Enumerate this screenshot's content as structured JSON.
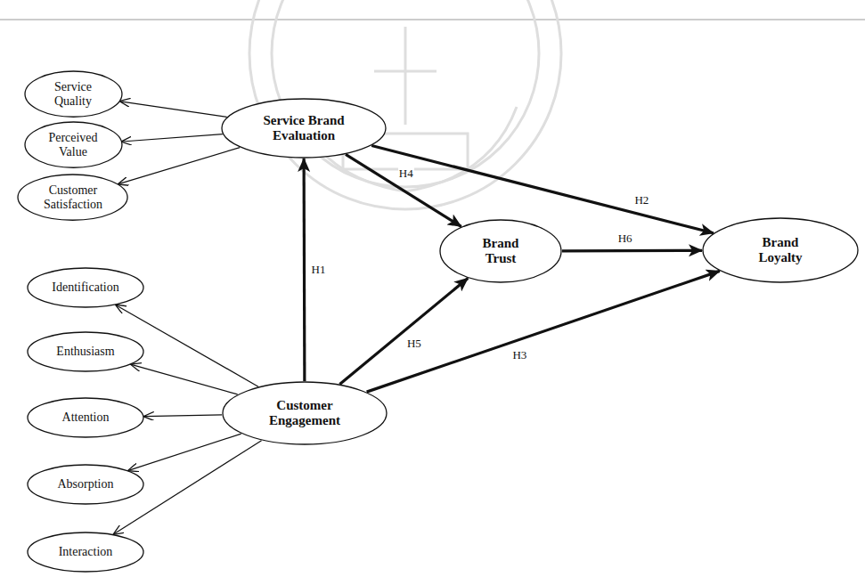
{
  "diagram": {
    "nodes": [
      {
        "text": [
          "Service Quality"
        ]
      },
      {
        "text": [
          "Perceived Value"
        ]
      },
      {
        "text": [
          "Customer Satisfaction"
        ]
      },
      {
        "text": [
          "Service Brand Evaluation"
        ]
      },
      {
        "text": [
          "Brand Trust"
        ]
      },
      {
        "text": [
          "Brand Loyalty"
        ]
      },
      {
        "text": [
          "Identification"
        ]
      },
      {
        "text": [
          "Enthusiasm"
        ]
      },
      {
        "text": [
          "Attention"
        ]
      },
      {
        "text": [
          "Absorption"
        ]
      },
      {
        "text": [
          "Interaction"
        ]
      },
      {
        "text": [
          "Customer Engagement"
        ]
      }
    ],
    "edges": [
      {
        "from": 3,
        "to": 0,
        "arrow": "to"
      },
      {
        "from": 3,
        "to": 1,
        "arrow": "to"
      },
      {
        "from": 3,
        "to": 2,
        "arrow": "to"
      },
      {
        "from": 11,
        "to": 6,
        "arrow": "to"
      },
      {
        "from": 11,
        "to": 7,
        "arrow": "to"
      },
      {
        "from": 11,
        "to": 8,
        "arrow": "to"
      },
      {
        "from": 11,
        "to": 9,
        "arrow": "to"
      },
      {
        "from": 11,
        "to": 10,
        "arrow": "to"
      },
      {
        "from": 11,
        "to": 3,
        "label": "H1",
        "arrow": "to"
      },
      {
        "from": 3,
        "to": 5,
        "label": "H2",
        "arrow": "to"
      },
      {
        "from": 11,
        "to": 5,
        "label": "H3",
        "arrow": "to"
      },
      {
        "from": 3,
        "to": 4,
        "label": "H4",
        "arrow": "to"
      },
      {
        "from": 11,
        "to": 4,
        "label": "H5",
        "arrow": "to"
      },
      {
        "from": 4,
        "to": 5,
        "label": "H6",
        "arrow": "to"
      }
    ]
  }
}
